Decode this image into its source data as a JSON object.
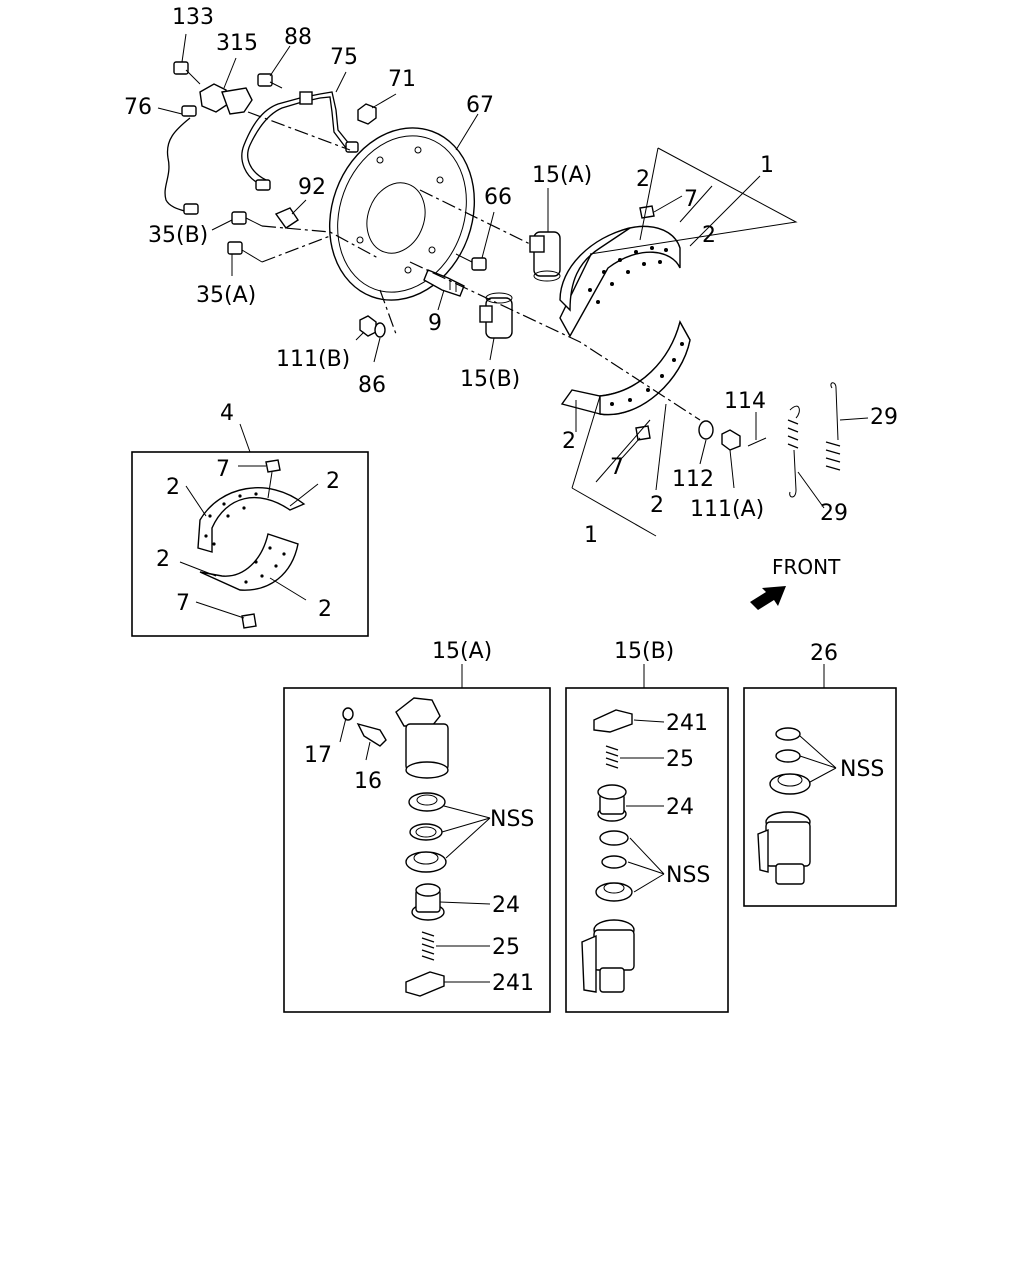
{
  "callouts": {
    "c133": "133",
    "c315": "315",
    "c88": "88",
    "c75": "75",
    "c76": "76",
    "c71": "71",
    "c67": "67",
    "c92": "92",
    "c66": "66",
    "c15a": "15(A)",
    "c35b": "35(B)",
    "c35a": "35(A)",
    "c9": "9",
    "c111b": "111(B)",
    "c86": "86",
    "c15b": "15(B)",
    "c1_top": "1",
    "c2_top_a": "2",
    "c7_top": "7",
    "c2_top_b": "2",
    "c2_low_a": "2",
    "c7_low": "7",
    "c2_low_b": "2",
    "c1_low": "1",
    "c114": "114",
    "c29_a": "29",
    "c29_b": "29",
    "c112": "112",
    "c111a": "111(A)",
    "front": "FRONT"
  },
  "inset_shoe": {
    "title": "4",
    "labels": {
      "l7a": "7",
      "l2a": "2",
      "l2b": "2",
      "l2c": "2",
      "l2d": "2",
      "l7b": "7"
    }
  },
  "inset_15a": {
    "title": "15(A)",
    "labels": {
      "l17": "17",
      "l16": "16",
      "nss": "NSS",
      "l24": "24",
      "l25": "25",
      "l241": "241"
    }
  },
  "inset_15b": {
    "title": "15(B)",
    "labels": {
      "l241": "241",
      "l25": "25",
      "l24": "24",
      "nss": "NSS"
    }
  },
  "inset_26": {
    "title": "26",
    "labels": {
      "nss": "NSS"
    }
  }
}
